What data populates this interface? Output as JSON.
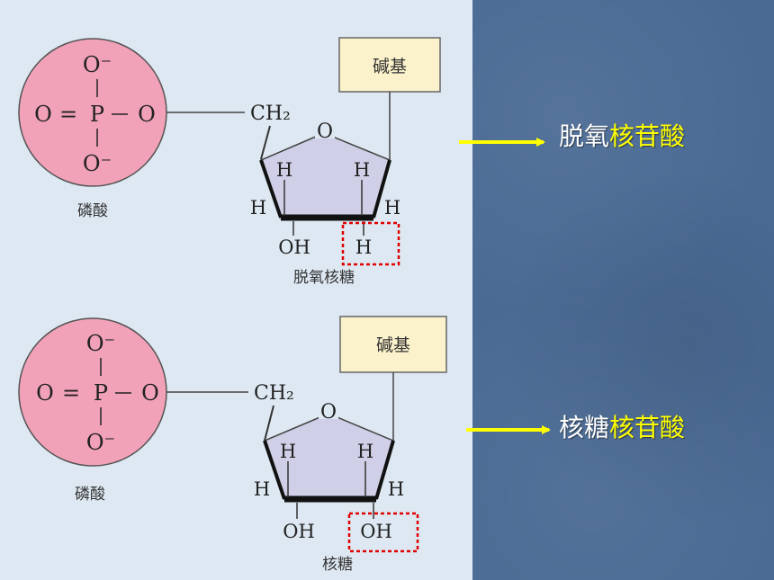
{
  "colors": {
    "left_bg": "#dde8f2",
    "right_bg": "#4a6a94",
    "phosphate_fill": "#f2a2b8",
    "sugar_fill": "#cfcfe8",
    "base_box_fill": "#fbf2cc",
    "arrow": "#ffff00",
    "highlight": "#ffff00",
    "dashed_box": "#e00000"
  },
  "top": {
    "phosphate": {
      "o_top": "O⁻",
      "o_left": "O",
      "eq": "=",
      "p": "P",
      "o_right": "O",
      "o_bottom": "O⁻"
    },
    "phosphate_label": "磷酸",
    "ch2": "CH₂",
    "ring_o": "O",
    "base": "碱基",
    "h_inner_left": "H",
    "h_inner_right": "H",
    "h_outer_left": "H",
    "h_outer_right": "H",
    "oh": "OH",
    "sub_bottom_right": "H",
    "sugar_label": "脱氧核糖",
    "result_plain": "脱氧",
    "result_hl": "核苷酸"
  },
  "bottom": {
    "phosphate": {
      "o_top": "O⁻",
      "o_left": "O",
      "eq": "=",
      "p": "P",
      "o_right": "O",
      "o_bottom": "O⁻"
    },
    "phosphate_label": "磷酸",
    "ch2": "CH₂",
    "ring_o": "O",
    "base": "碱基",
    "h_inner_left": "H",
    "h_inner_right": "H",
    "h_outer_left": "H",
    "h_outer_right": "H",
    "oh": "OH",
    "sub_bottom_right": "OH",
    "sugar_label": "核糖",
    "result_plain": "核糖",
    "result_hl": "核苷酸"
  }
}
